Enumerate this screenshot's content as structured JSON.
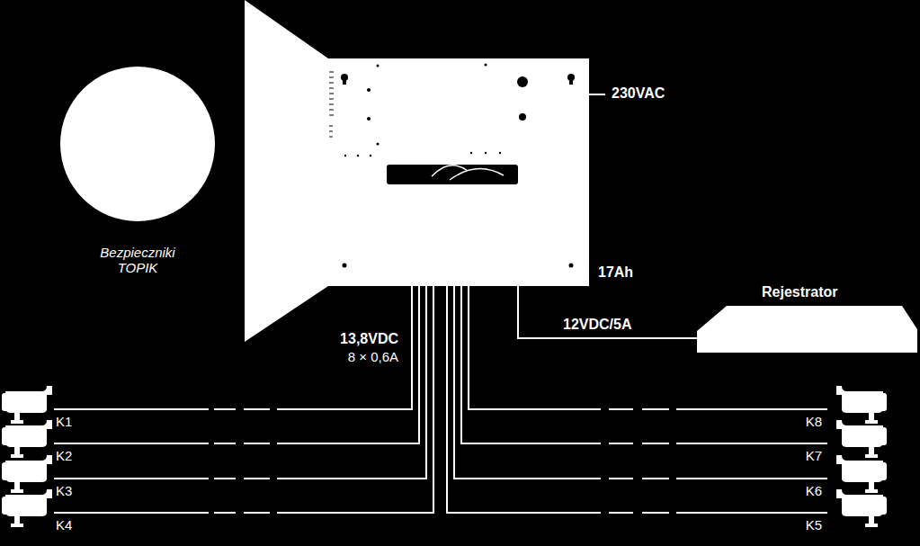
{
  "diagram": {
    "nodes": [
      {
        "text": [
          "Bezpieczniki TOPIK"
        ]
      },
      {
        "text": [
          "17Ah"
        ]
      },
      {
        "text": [
          "Rejestrator"
        ]
      },
      {
        "text": [
          "K1"
        ]
      },
      {
        "text": [
          "K2"
        ]
      },
      {
        "text": [
          "K3"
        ]
      },
      {
        "text": [
          "K4"
        ]
      },
      {
        "text": [
          "K5"
        ]
      },
      {
        "text": [
          "K6"
        ]
      },
      {
        "text": [
          "K7"
        ]
      },
      {
        "text": [
          "K8"
        ]
      }
    ],
    "edges": [
      {
        "from": 3,
        "to": 1,
        "arrow": "none"
      },
      {
        "from": 4,
        "to": 1,
        "arrow": "none"
      },
      {
        "from": 5,
        "to": 1,
        "arrow": "none"
      },
      {
        "from": 6,
        "to": 1,
        "arrow": "none"
      },
      {
        "from": 7,
        "to": 1,
        "arrow": "none"
      },
      {
        "from": 8,
        "to": 1,
        "arrow": "none"
      },
      {
        "from": 9,
        "to": 1,
        "arrow": "none"
      },
      {
        "from": 10,
        "to": 1,
        "arrow": "none"
      },
      {
        "from": 1,
        "to": 2,
        "label": "12VDC/5A",
        "arrow": "none"
      }
    ],
    "labels": [
      "230VAC",
      "13,8VDC",
      "8 × 0,6A"
    ]
  }
}
